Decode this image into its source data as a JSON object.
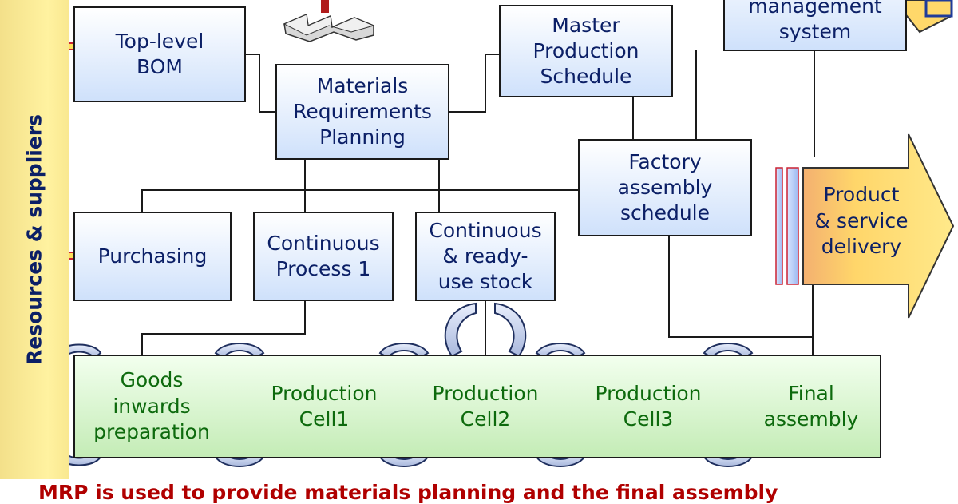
{
  "side_label": "Resources & suppliers",
  "boxes": {
    "top_bom": "Top-level\nBOM",
    "mrp": "Materials\nRequirements\nPlanning",
    "mps": "Master\nProduction\nSchedule",
    "mgmt": "management\nsystem",
    "factory": "Factory\nassembly\nschedule",
    "purchasing": "Purchasing",
    "cont1": "Continuous\nProcess 1",
    "cont_stock": "Continuous\n& ready-\nuse stock"
  },
  "delivery": "Product\n& service\ndelivery",
  "cells": [
    "Goods\ninwards\npreparation",
    "Production\nCell1",
    "Production\nCell2",
    "Production\nCell3",
    "Final\nassembly"
  ],
  "caption": "MRP is used to provide materials planning and the final assembly",
  "colors": {
    "box_text": "#0b1f66",
    "cell_text": "#0d6a0d",
    "caption": "#b00000",
    "side_bar": "#fff2a0",
    "delivery_arrow": "#ffd24d"
  }
}
